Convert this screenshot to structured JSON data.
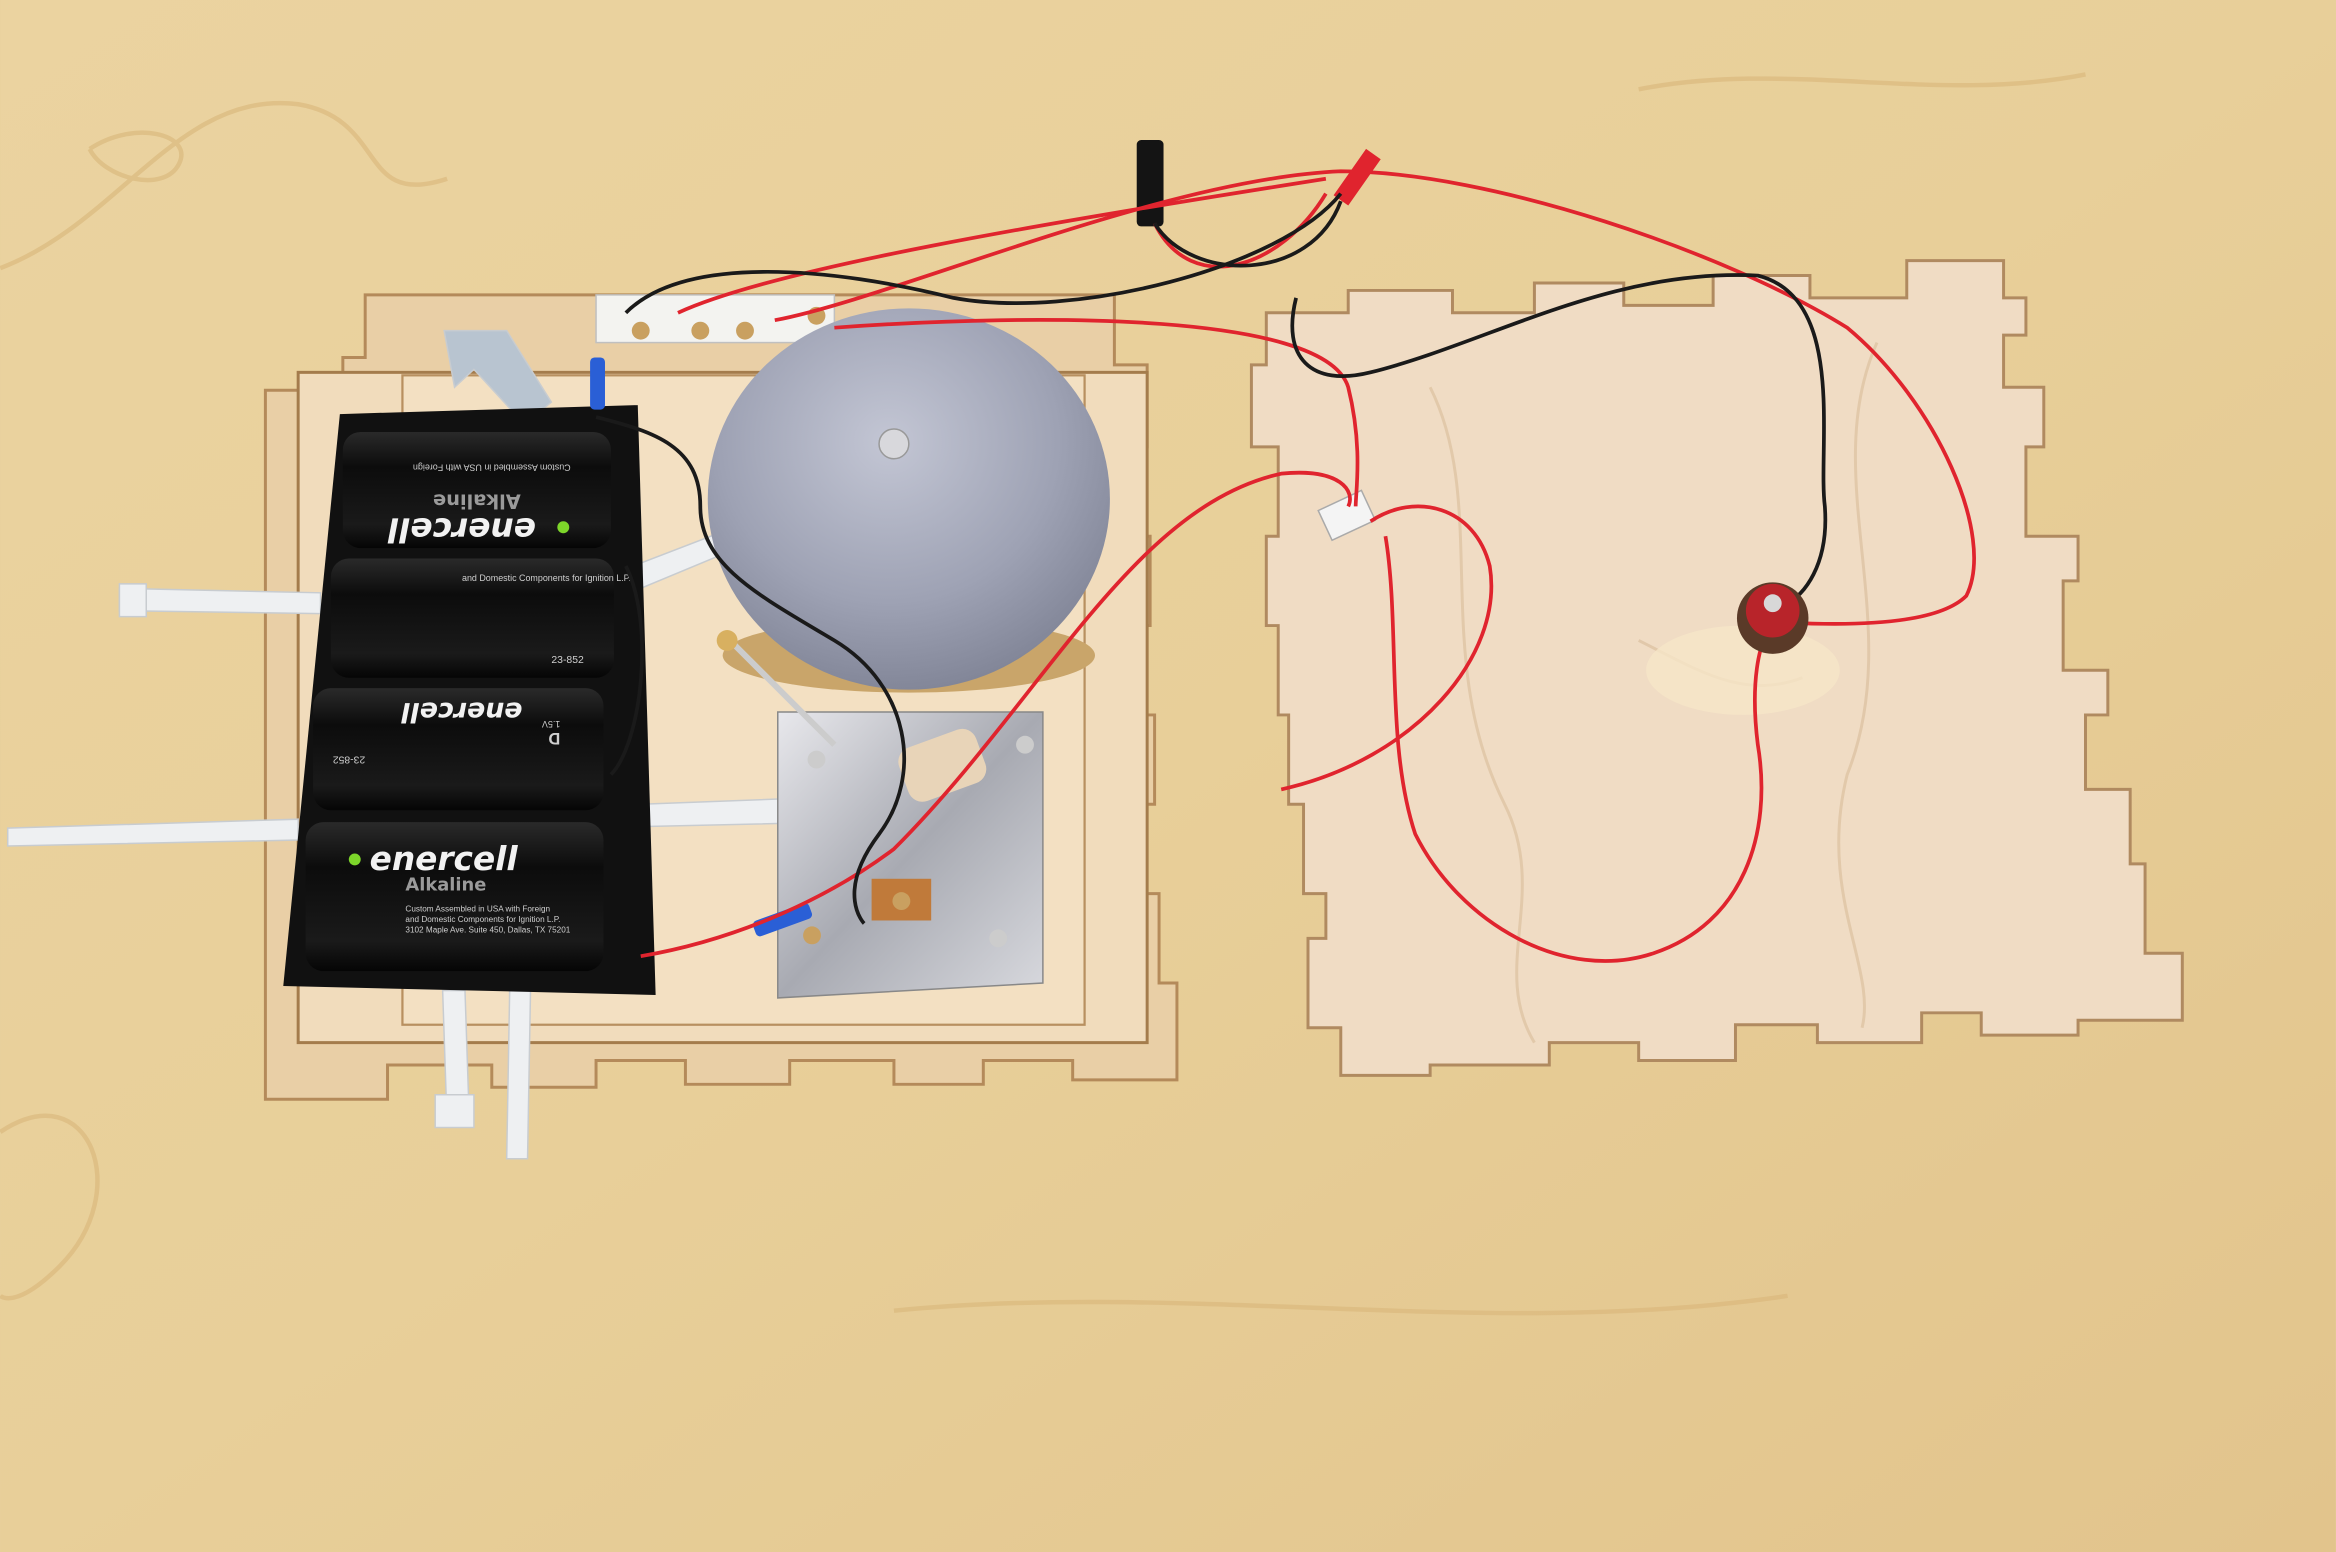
{
  "photo": {
    "battery_labels": {
      "brand": "enercell",
      "type": "Alkaline",
      "size": "D",
      "voltage": "1.5V",
      "model": "23-852",
      "fine_print_1": "Custom Assembled in USA with Foreign",
      "fine_print_2": "and Domestic Components for Ignition L.P.",
      "fine_print_3": "3102 Maple Ave. Suite 450, Dallas, TX 75201"
    },
    "colors": {
      "wood": "#e6cf9c",
      "plywood_board": "#f0dcc0",
      "bell": "#9ea2b4",
      "wire_red": "#e0242e",
      "wire_black": "#1a1a1a",
      "battery_holder": "#111111",
      "logo_green": "#7dd62a"
    }
  }
}
